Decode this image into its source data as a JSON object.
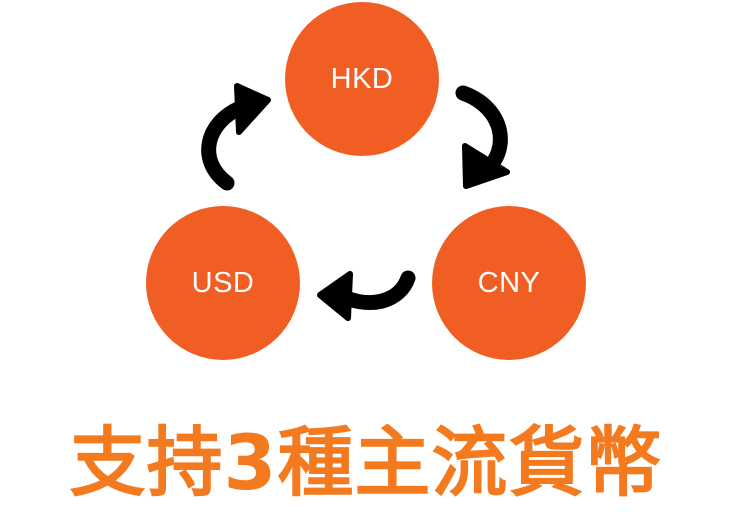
{
  "nodes": {
    "hkd": {
      "label": "HKD"
    },
    "cny": {
      "label": "CNY"
    },
    "usd": {
      "label": "USD"
    }
  },
  "headline": "支持3種主流貨幣",
  "colors": {
    "node_fill": "#f15e24",
    "node_text": "#ffffff",
    "arrow": "#000000",
    "headline": "#f47a1f"
  },
  "icons": {
    "arrows": [
      "curved-arrow-icon",
      "curved-arrow-icon",
      "curved-arrow-icon"
    ]
  }
}
